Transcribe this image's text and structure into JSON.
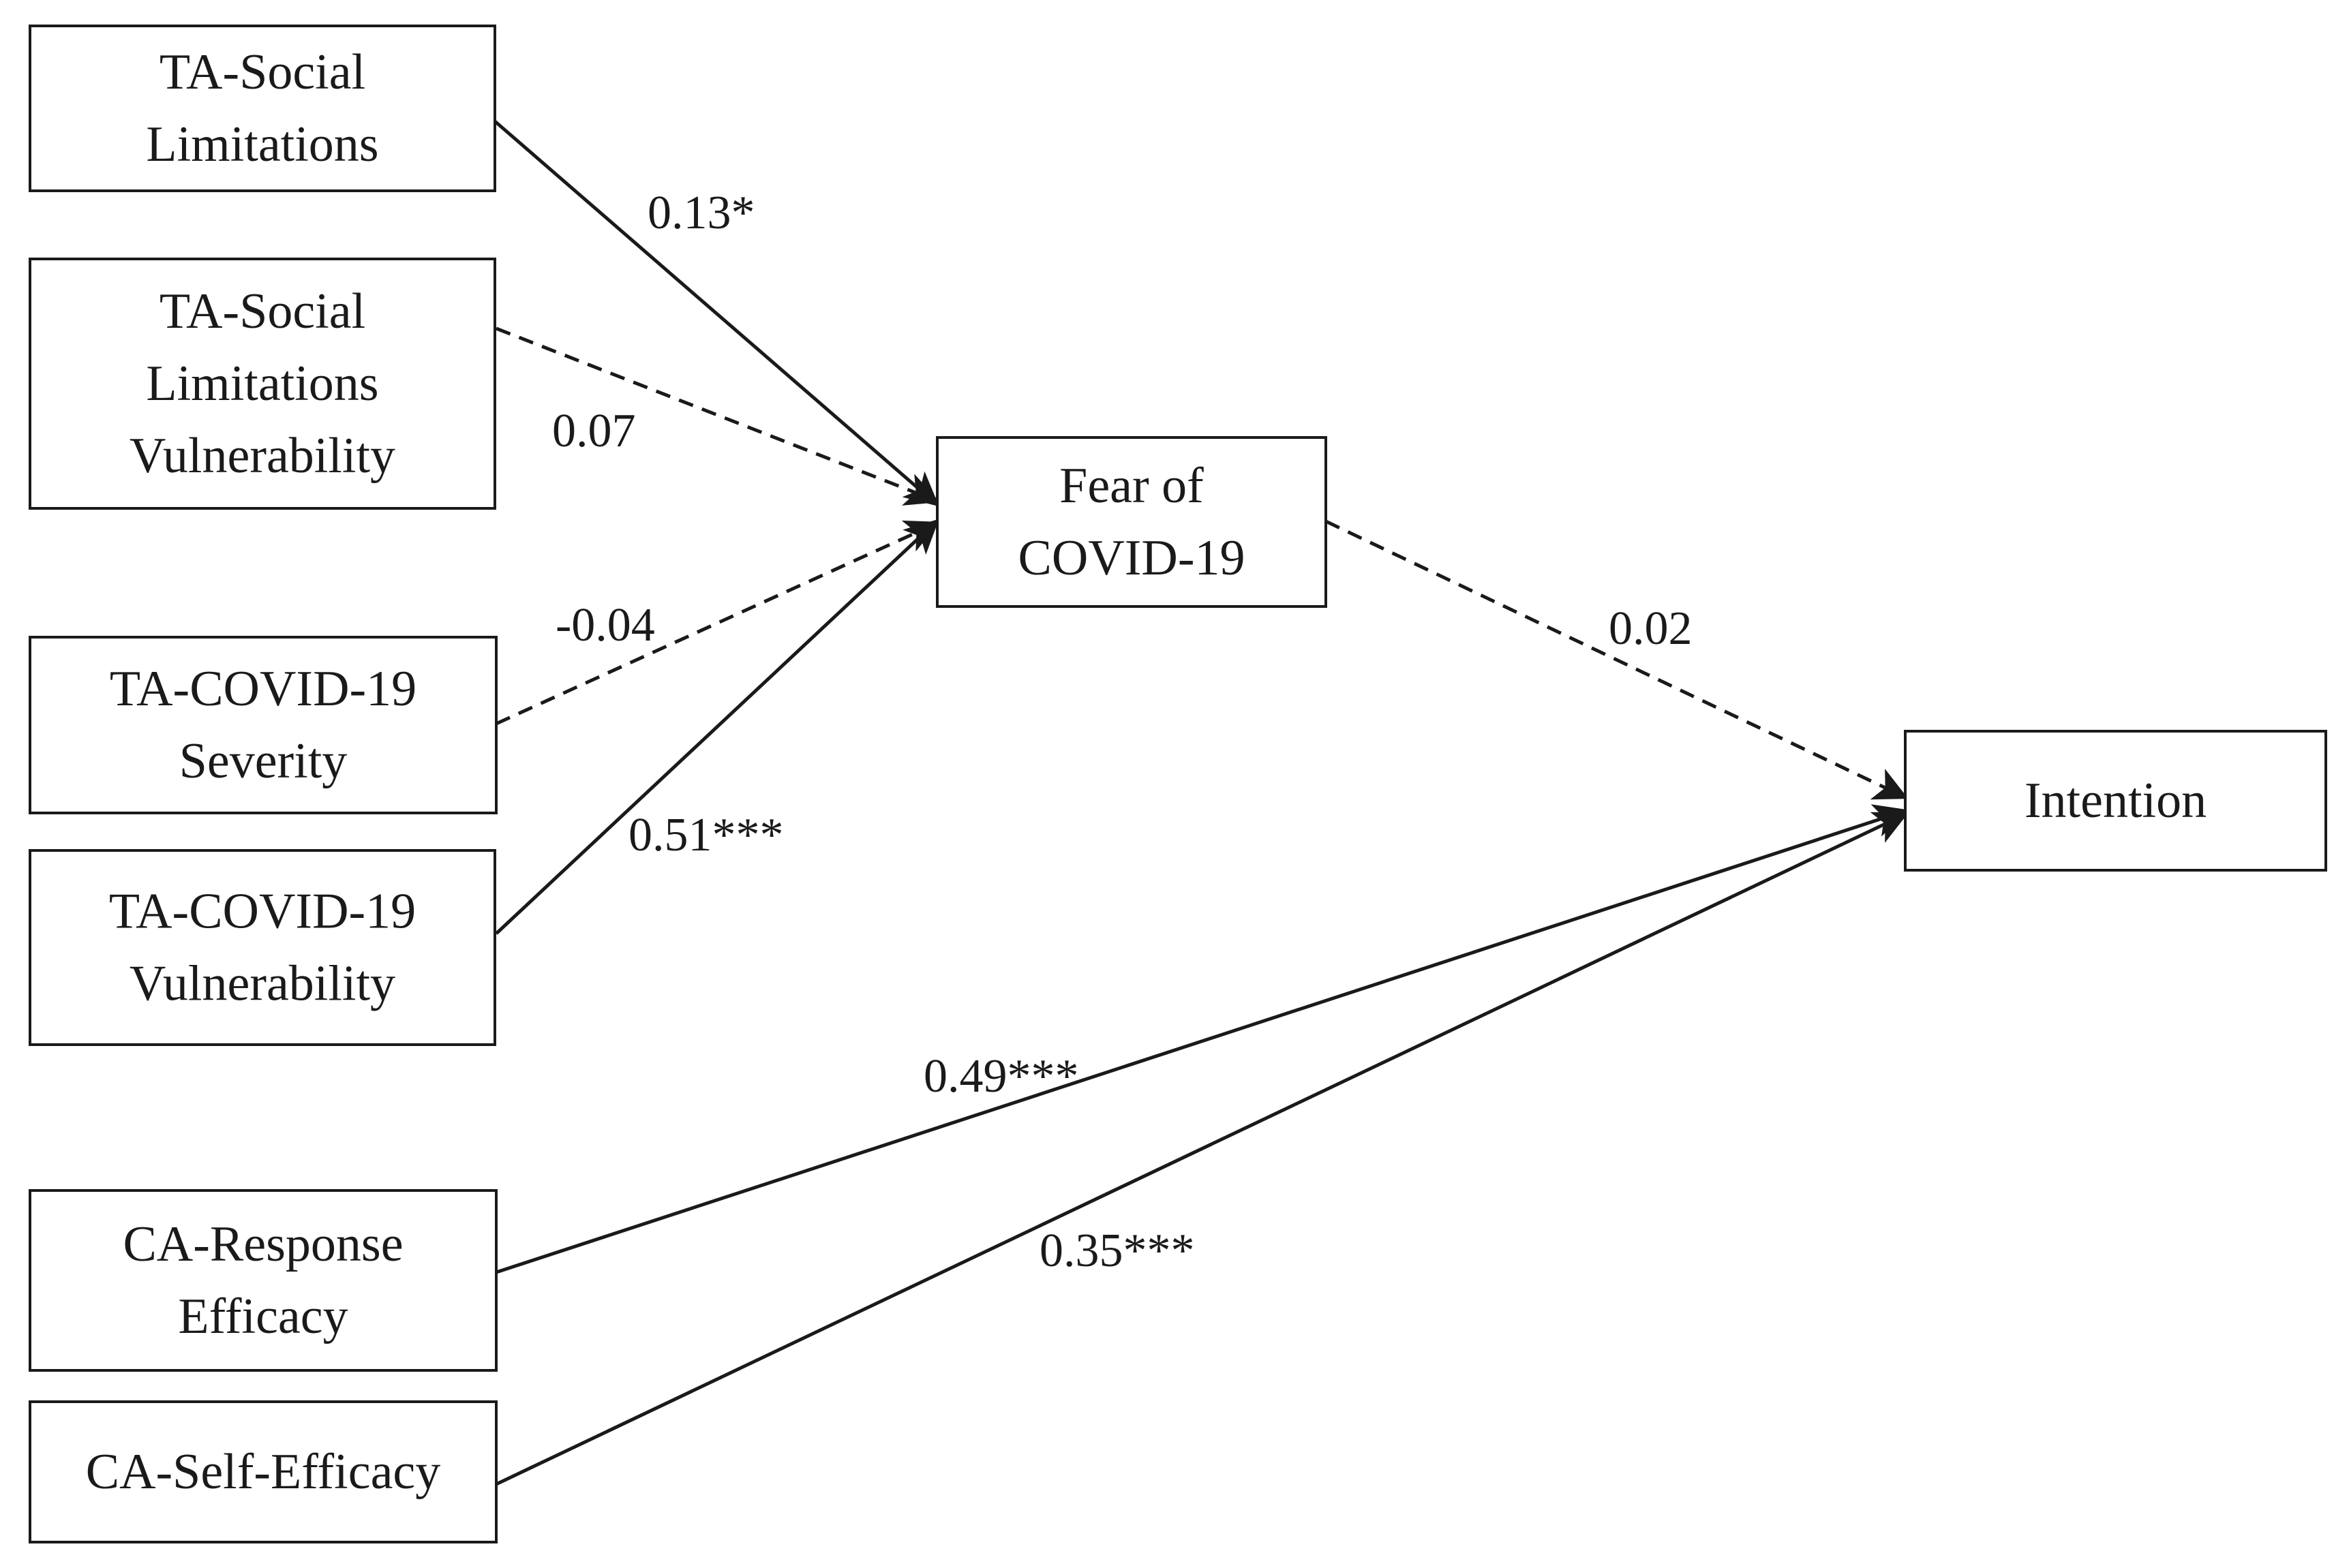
{
  "diagram": {
    "nodes": [
      {
        "id": "ta_social_limitations",
        "lines": [
          "TA-Social",
          "Limitations"
        ]
      },
      {
        "id": "ta_social_limitations_vulnerability",
        "lines": [
          "TA-Social",
          "Limitations",
          "Vulnerability"
        ]
      },
      {
        "id": "ta_covid_severity",
        "lines": [
          "TA-COVID-19",
          "Severity"
        ]
      },
      {
        "id": "ta_covid_vulnerability",
        "lines": [
          "TA-COVID-19",
          "Vulnerability"
        ]
      },
      {
        "id": "ca_response_efficacy",
        "lines": [
          "CA-Response",
          "Efficacy"
        ]
      },
      {
        "id": "ca_self_efficacy",
        "lines": [
          "CA-Self-Efficacy"
        ]
      },
      {
        "id": "fear_of_covid",
        "lines": [
          "Fear of",
          "COVID-19"
        ]
      },
      {
        "id": "intention",
        "lines": [
          "Intention"
        ]
      }
    ],
    "edges": [
      {
        "from": "ta_social_limitations",
        "to": "fear_of_covid",
        "label": "0.13*",
        "style": "solid"
      },
      {
        "from": "ta_social_limitations_vulnerability",
        "to": "fear_of_covid",
        "label": "0.07",
        "style": "dashed"
      },
      {
        "from": "ta_covid_severity",
        "to": "fear_of_covid",
        "label": "-0.04",
        "style": "dashed"
      },
      {
        "from": "ta_covid_vulnerability",
        "to": "fear_of_covid",
        "label": "0.51***",
        "style": "solid"
      },
      {
        "from": "fear_of_covid",
        "to": "intention",
        "label": "0.02",
        "style": "dashed"
      },
      {
        "from": "ca_response_efficacy",
        "to": "intention",
        "label": "0.49***",
        "style": "solid"
      },
      {
        "from": "ca_self_efficacy",
        "to": "intention",
        "label": "0.35***",
        "style": "solid"
      }
    ],
    "colors": {
      "stroke": "#1a1a1a",
      "background": "#ffffff"
    }
  }
}
